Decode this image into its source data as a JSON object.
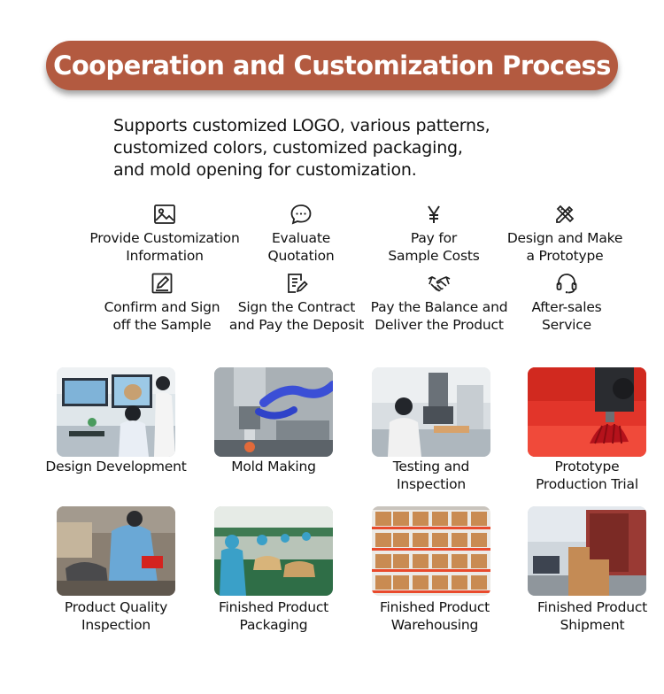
{
  "title": "Cooperation and Customization Process",
  "intro": [
    "Supports customized LOGO, various patterns,",
    "customized colors, customized packaging,",
    "and mold opening for customization."
  ],
  "steps": [
    {
      "icon": "image-icon",
      "lines": [
        "Provide Customization",
        "Information"
      ]
    },
    {
      "icon": "chat-icon",
      "lines": [
        "Evaluate",
        "Quotation"
      ]
    },
    {
      "icon": "yen-icon",
      "lines": [
        "Pay for",
        "Sample Costs"
      ]
    },
    {
      "icon": "design-tools-icon",
      "lines": [
        "Design and Make",
        "a Prototype"
      ]
    },
    {
      "icon": "edit-square-icon",
      "lines": [
        "Confirm and Sign",
        "off the Sample"
      ]
    },
    {
      "icon": "contract-sign-icon",
      "lines": [
        "Sign the Contract",
        "and Pay the Deposit"
      ]
    },
    {
      "icon": "handshake-icon",
      "lines": [
        "Pay the Balance and",
        "Deliver the Product"
      ]
    },
    {
      "icon": "headset-icon",
      "lines": [
        "After-sales",
        "Service"
      ]
    }
  ],
  "stages": [
    {
      "lines": [
        "Design Development"
      ]
    },
    {
      "lines": [
        "Mold Making"
      ]
    },
    {
      "lines": [
        "Testing and",
        "Inspection"
      ]
    },
    {
      "lines": [
        "Prototype",
        "Production Trial"
      ]
    },
    {
      "lines": [
        "Product Quality",
        "Inspection"
      ]
    },
    {
      "lines": [
        "Finished Product",
        "Packaging"
      ]
    },
    {
      "lines": [
        "Finished Product",
        "Warehousing"
      ]
    },
    {
      "lines": [
        "Finished Product",
        "Shipment"
      ]
    }
  ],
  "colors": {
    "banner": "#b35a40",
    "banner_text": "#ffffff"
  }
}
